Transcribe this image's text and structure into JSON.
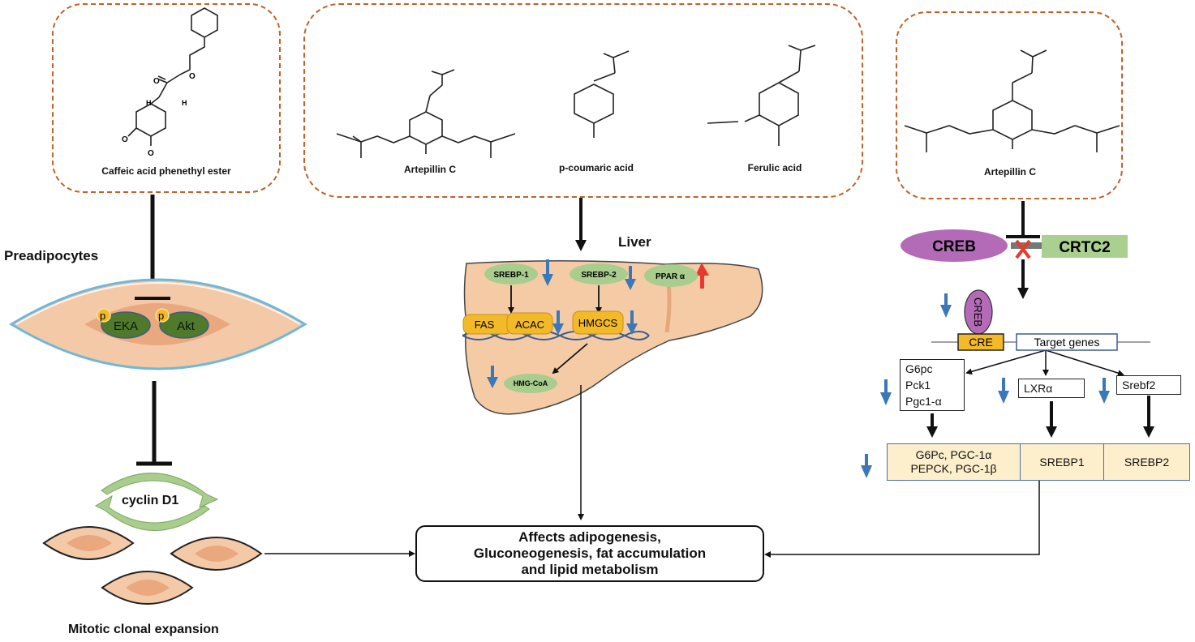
{
  "compounds": {
    "left_box": [
      {
        "name": "Caffeic acid phenethyl ester"
      }
    ],
    "center_box": [
      {
        "name": "Artepillin C"
      },
      {
        "name": "p-coumaric acid"
      },
      {
        "name": "Ferulic acid"
      }
    ],
    "right_box": [
      {
        "name": "Artepillin C"
      }
    ],
    "atom_labels": {
      "O": "O",
      "H": "H"
    }
  },
  "left_pathway": {
    "title": "Preadipocytes",
    "phospho_label": "p",
    "proteins": [
      "EKA",
      "Akt"
    ],
    "cycle_label": "cyclin D1",
    "bottom_label": "Mitotic clonal expansion"
  },
  "liver_pathway": {
    "title": "Liver",
    "regulators": [
      {
        "label": "SREBP-1",
        "direction": "down"
      },
      {
        "label": "SREBP-2",
        "direction": "down"
      },
      {
        "label": "PPAR α",
        "direction": "up"
      }
    ],
    "enzymes": [
      {
        "label": "FAS"
      },
      {
        "label": "ACAC",
        "direction": "down"
      },
      {
        "label": "HMGCS",
        "direction": "down"
      }
    ],
    "product": {
      "label": "HMG-CoA",
      "direction": "down"
    }
  },
  "right_pathway": {
    "creb_label": "CREB",
    "crtc2_label": "CRTC2",
    "bound_creb_label": "CREB",
    "cre_label": "CRE",
    "target_label": "Target genes",
    "target_genes": [
      {
        "lines": [
          "G6pc",
          "Pck1",
          "Pgc1-α"
        ],
        "direction": "down"
      },
      {
        "lines": [
          "LXRα"
        ],
        "direction": "down"
      },
      {
        "lines": [
          "Srebf2"
        ],
        "direction": "down"
      }
    ],
    "products": [
      {
        "lines": [
          "G6Pc, PGC-1α",
          "PEPCK, PGC-1β"
        ]
      },
      {
        "lines": [
          "SREBP1"
        ]
      },
      {
        "lines": [
          "SREBP2"
        ]
      }
    ],
    "products_direction": "down"
  },
  "outcome": {
    "lines": [
      "Affects adipogenesis,",
      "Gluconeogenesis, fat accumulation",
      "and lipid metabolism"
    ]
  },
  "colors": {
    "dashed_border": "#c0622a",
    "down_arrow": "#3a78b8",
    "up_arrow": "#e53b2f",
    "green_node": "#a9cd8e",
    "yellow_node": "#f2b928",
    "creb_purple": "#b36bb8",
    "crtc2_green": "#a9d08e",
    "liver_fill": "#f5cba6",
    "cell_fill": "#f4c9a7",
    "cell_nucleus": "#eaa87f",
    "protein_green": "#4f7a2c",
    "table_fill": "#fdefcc"
  }
}
